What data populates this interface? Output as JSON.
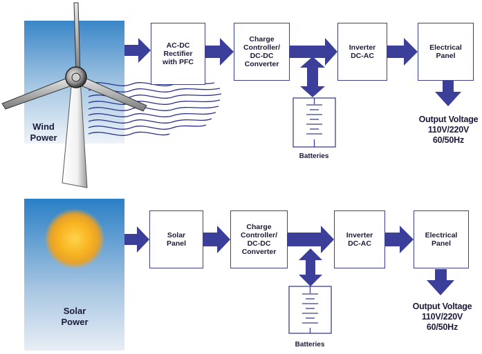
{
  "wind_row": {
    "source_label": "Wind\nPower",
    "rectifier": "AC-DC\nRectifier\nwith PFC",
    "charge_controller": "Charge\nController/\nDC-DC\nConverter",
    "inverter": "Inverter\nDC-AC",
    "panel": "Electrical\nPanel",
    "batteries": "Batteries",
    "output": "Output Voltage\n110V/220V\n60/50Hz"
  },
  "solar_row": {
    "source_label": "Solar\nPower",
    "solar_panel": "Solar\nPanel",
    "charge_controller": "Charge\nController/\nDC-DC\nConverter",
    "inverter": "Inverter\nDC-AC",
    "panel": "Electrical\nPanel",
    "batteries": "Batteries",
    "output": "Output Voltage\n110V/220V\n60/50Hz"
  },
  "colors": {
    "arrow": "#3b3f9a",
    "box_border": "#3a3f8f",
    "wind_lines": "#2a2f8a",
    "sky_top": "#2a7fc6",
    "sky_bottom": "#e6eef6"
  }
}
